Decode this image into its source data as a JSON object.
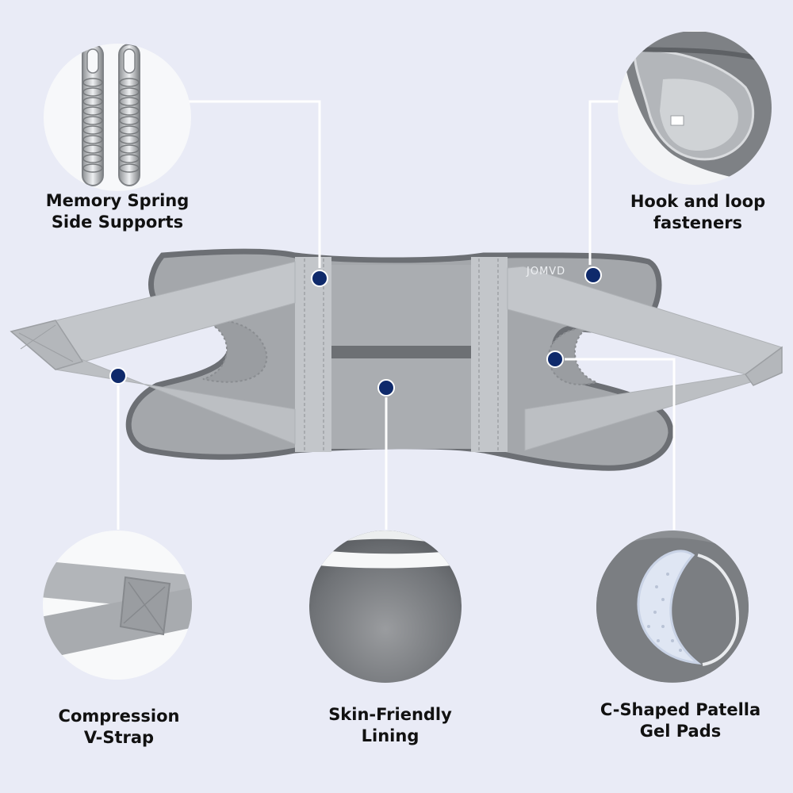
{
  "features": {
    "memory_spring": {
      "line1": "Memory Spring",
      "line2": "Side Supports"
    },
    "hook_loop": {
      "line1": "Hook and loop",
      "line2": "fasteners"
    },
    "v_strap": {
      "line1": "Compression",
      "line2": "V-Strap"
    },
    "lining": {
      "line1": "Skin-Friendly",
      "line2": "Lining"
    },
    "gel_pads": {
      "line1": "C-Shaped Patella",
      "line2": "Gel  Pads"
    }
  },
  "product": {
    "brand_mark": "JOMVD"
  },
  "colors": {
    "background": "#e9ebf6",
    "marker": "#0f2a6b",
    "brace_fabric": "#a4a7ab",
    "strap": "#c3c6ca",
    "edge_binding": "#6c6f74"
  }
}
